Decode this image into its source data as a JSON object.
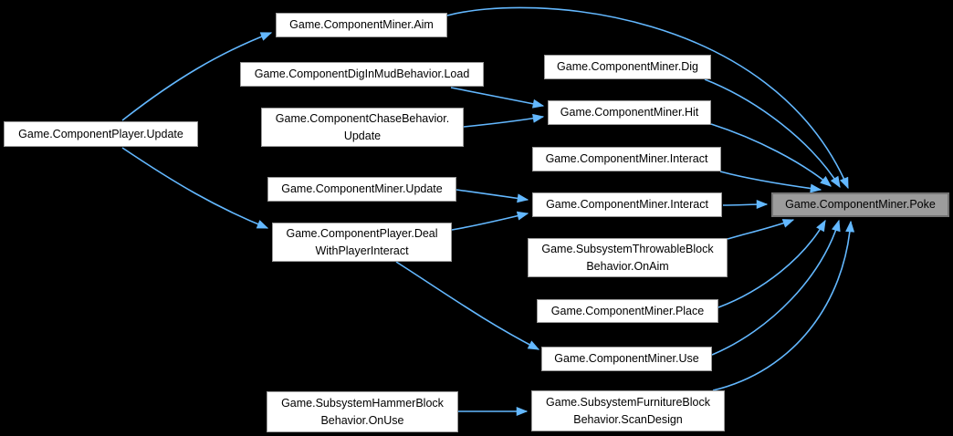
{
  "diagram": {
    "type": "call-graph",
    "background_color": "#000000",
    "edge_color": "#63b8ff",
    "node_fill_color": "#ffffff",
    "node_border_color": "#9a9a9a",
    "focus_node_fill_color": "#9c9c9c",
    "focus_node_border_color": "#747474",
    "node_text_color": "#000000"
  },
  "nodes": {
    "aim": {
      "label": "Game.ComponentMiner.Aim"
    },
    "load": {
      "label": "Game.ComponentDigInMudBehavior.Load"
    },
    "dig": {
      "label": "Game.ComponentMiner.Dig"
    },
    "player_update": {
      "label": "Game.ComponentPlayer.Update"
    },
    "chase_update": {
      "label": "Game.ComponentChaseBehavior.\nUpdate"
    },
    "hit": {
      "label": "Game.ComponentMiner.Hit"
    },
    "interact_a": {
      "label": "Game.ComponentMiner.Interact"
    },
    "miner_update": {
      "label": "Game.ComponentMiner.Update"
    },
    "interact_b": {
      "label": "Game.ComponentMiner.Interact"
    },
    "poke": {
      "label": "Game.ComponentMiner.Poke",
      "focused": true
    },
    "deal": {
      "label": "Game.ComponentPlayer.Deal\nWithPlayerInteract"
    },
    "onaim": {
      "label": "Game.SubsystemThrowableBlock\nBehavior.OnAim"
    },
    "place": {
      "label": "Game.ComponentMiner.Place"
    },
    "use": {
      "label": "Game.ComponentMiner.Use"
    },
    "hammer": {
      "label": "Game.SubsystemHammerBlock\nBehavior.OnUse"
    },
    "furniture": {
      "label": "Game.SubsystemFurnitureBlock\nBehavior.ScanDesign"
    }
  },
  "edges": [
    {
      "from": "Game.ComponentPlayer.Update",
      "to": "Game.ComponentMiner.Aim"
    },
    {
      "from": "Game.ComponentPlayer.Update",
      "to": "Game.ComponentPlayer.DealWithPlayerInteract"
    },
    {
      "from": "Game.ComponentDigInMudBehavior.Load",
      "to": "Game.ComponentMiner.Hit"
    },
    {
      "from": "Game.ComponentChaseBehavior.Update",
      "to": "Game.ComponentMiner.Hit"
    },
    {
      "from": "Game.ComponentMiner.Update",
      "to": "Game.ComponentMiner.Interact"
    },
    {
      "from": "Game.ComponentPlayer.DealWithPlayerInteract",
      "to": "Game.ComponentMiner.Interact"
    },
    {
      "from": "Game.ComponentPlayer.DealWithPlayerInteract",
      "to": "Game.ComponentMiner.Use"
    },
    {
      "from": "Game.SubsystemHammerBlockBehavior.OnUse",
      "to": "Game.SubsystemFurnitureBlockBehavior.ScanDesign"
    },
    {
      "from": "Game.ComponentMiner.Aim",
      "to": "Game.ComponentMiner.Poke"
    },
    {
      "from": "Game.ComponentMiner.Dig",
      "to": "Game.ComponentMiner.Poke"
    },
    {
      "from": "Game.ComponentMiner.Hit",
      "to": "Game.ComponentMiner.Poke"
    },
    {
      "from": "Game.ComponentMiner.Interact",
      "to": "Game.ComponentMiner.Poke"
    },
    {
      "from": "Game.ComponentMiner.Interact",
      "to": "Game.ComponentMiner.Poke"
    },
    {
      "from": "Game.SubsystemThrowableBlockBehavior.OnAim",
      "to": "Game.ComponentMiner.Poke"
    },
    {
      "from": "Game.ComponentMiner.Place",
      "to": "Game.ComponentMiner.Poke"
    },
    {
      "from": "Game.ComponentMiner.Use",
      "to": "Game.ComponentMiner.Poke"
    },
    {
      "from": "Game.SubsystemFurnitureBlockBehavior.ScanDesign",
      "to": "Game.ComponentMiner.Poke"
    }
  ]
}
